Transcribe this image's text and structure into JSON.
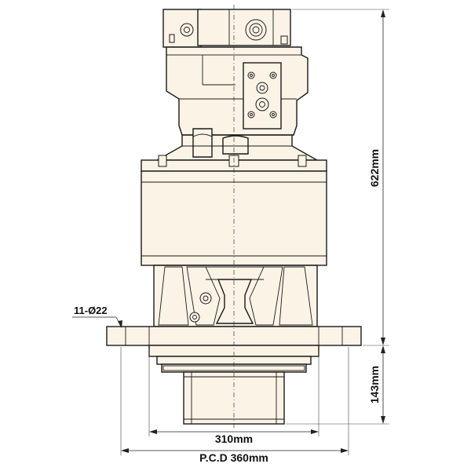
{
  "dimensions": {
    "height_total": "622mm",
    "height_lower": "143mm",
    "width_pilot": "310mm",
    "pcd": "P.C.D 360mm",
    "bolt_holes": "11-Ø22"
  }
}
